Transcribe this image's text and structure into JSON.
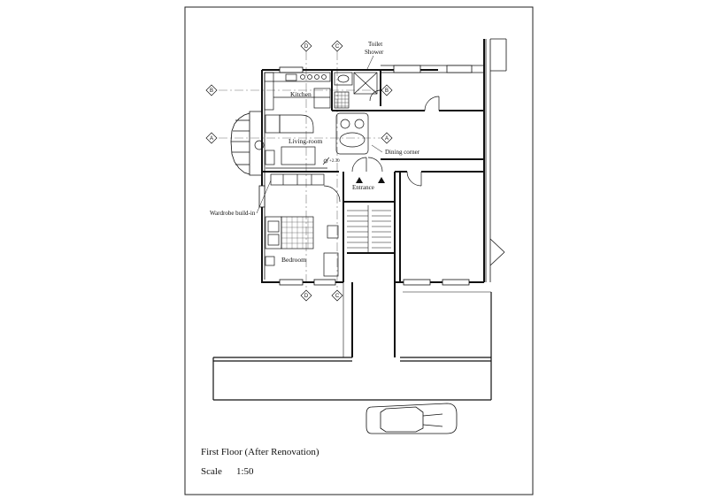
{
  "drawing": {
    "title": "First Floor (After Renovation)",
    "scale_label": "Scale",
    "scale_value": "1:50"
  },
  "rooms": {
    "kitchen": "Kitchen",
    "toilet": "Toilet",
    "shower": "Shower",
    "living": "Living-room",
    "dining": "Dining corner",
    "entrance": "Entrance",
    "wardrobe": "Wardrobe build-in",
    "bedroom": "Bedroom"
  },
  "grid_markers": {
    "d": "D",
    "c": "C",
    "b": "B",
    "a": "A"
  },
  "annotations": {
    "level_mark": "+2.30"
  }
}
